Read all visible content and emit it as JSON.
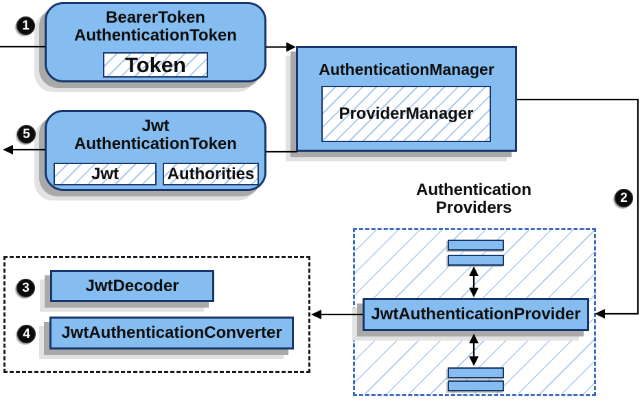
{
  "colors": {
    "node_fill": "#85bdf0",
    "node_border": "#16366b",
    "hatch_line": "#a9c9ef",
    "dashed_blue_border": "#3c6ebf",
    "dashed_black_border": "#1a1a1a",
    "shadow_dark": "#a9a9a9",
    "shadow_light": "#e2e2e2",
    "connector_line": "#000000",
    "badge_bg": "#0a0a0a",
    "badge_text": "#ffffff"
  },
  "nodes": {
    "bearer": {
      "title1": "BearerToken",
      "title2": "AuthenticationToken",
      "token": "Token"
    },
    "manager": {
      "title": "AuthenticationManager",
      "inner": "ProviderManager"
    },
    "jwt": {
      "title1": "Jwt",
      "title2": "AuthenticationToken",
      "jwt": "Jwt",
      "authorities": "Authorities"
    },
    "providers": {
      "caption1": "Authentication",
      "caption2": "Providers",
      "provider": "JwtAuthenticationProvider"
    },
    "resolvers": {
      "decoder": "JwtDecoder",
      "converter": "JwtAuthenticationConverter"
    }
  },
  "steps": [
    "1",
    "2",
    "3",
    "4",
    "5"
  ]
}
